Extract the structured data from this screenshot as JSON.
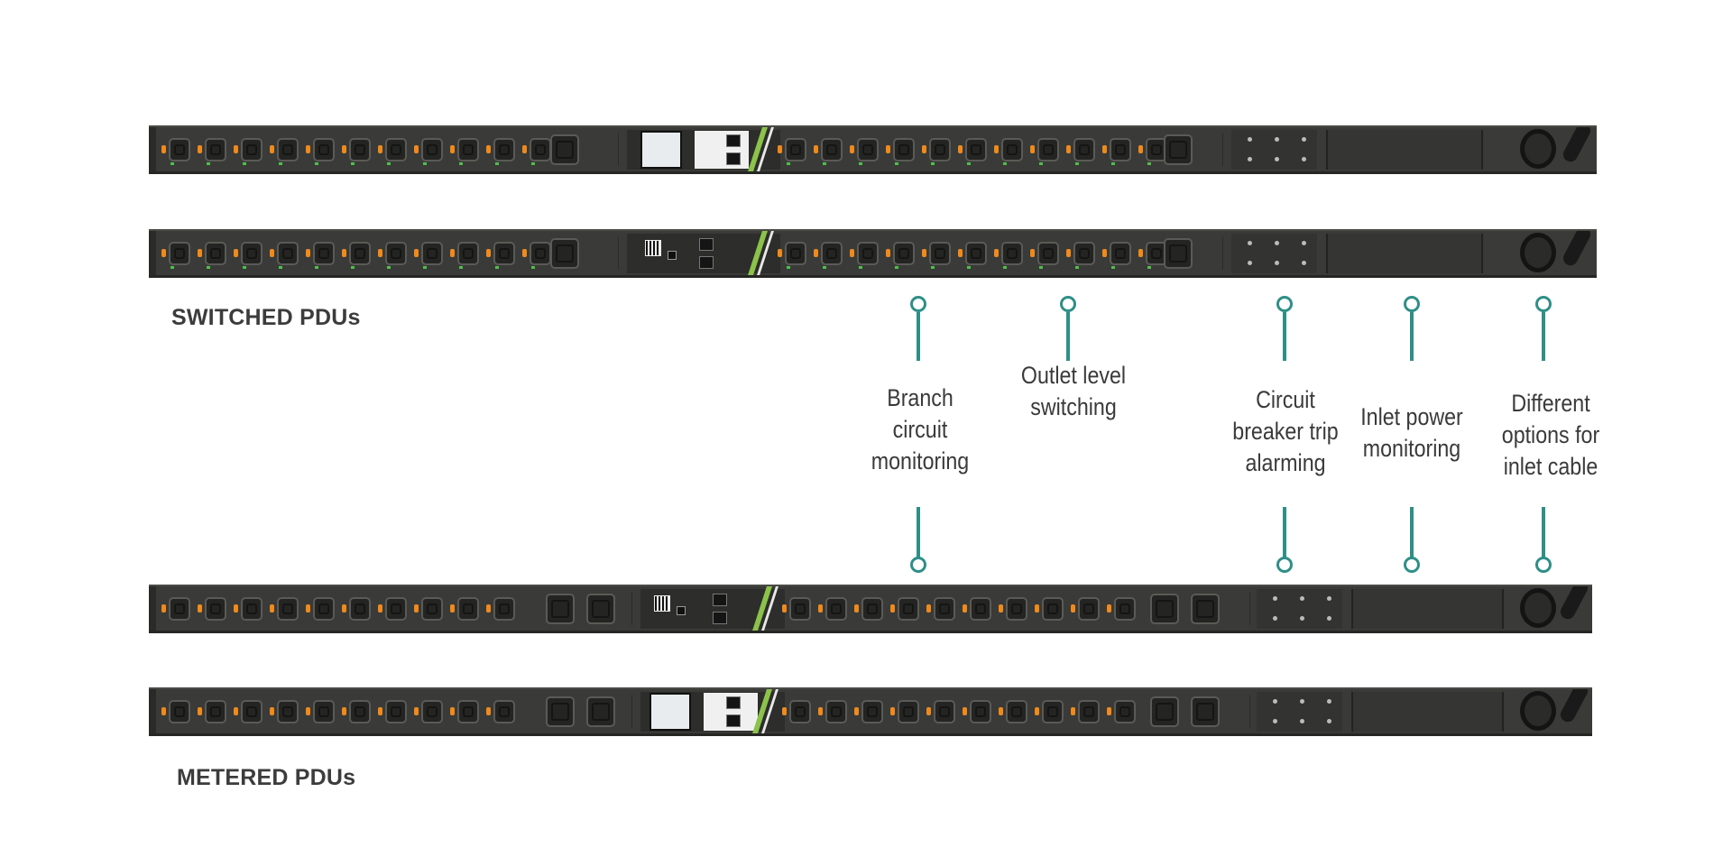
{
  "sections": {
    "switched_label": "SWITCHED PDUs",
    "metered_label": "METERED PDUs"
  },
  "features": [
    {
      "lines": [
        "Branch",
        "circuit",
        "monitoring"
      ]
    },
    {
      "lines": [
        "Outlet level",
        "switching"
      ]
    },
    {
      "lines": [
        "Circuit",
        "breaker trip",
        "alarming"
      ]
    },
    {
      "lines": [
        "Inlet power",
        "monitoring"
      ]
    },
    {
      "lines": [
        "Different",
        "options for",
        "inlet cable"
      ]
    }
  ],
  "colors": {
    "accent": "#2e8f87",
    "pdu_body": "#3a3a38",
    "led": "#f08a1a",
    "label": "#3c3c3c"
  }
}
